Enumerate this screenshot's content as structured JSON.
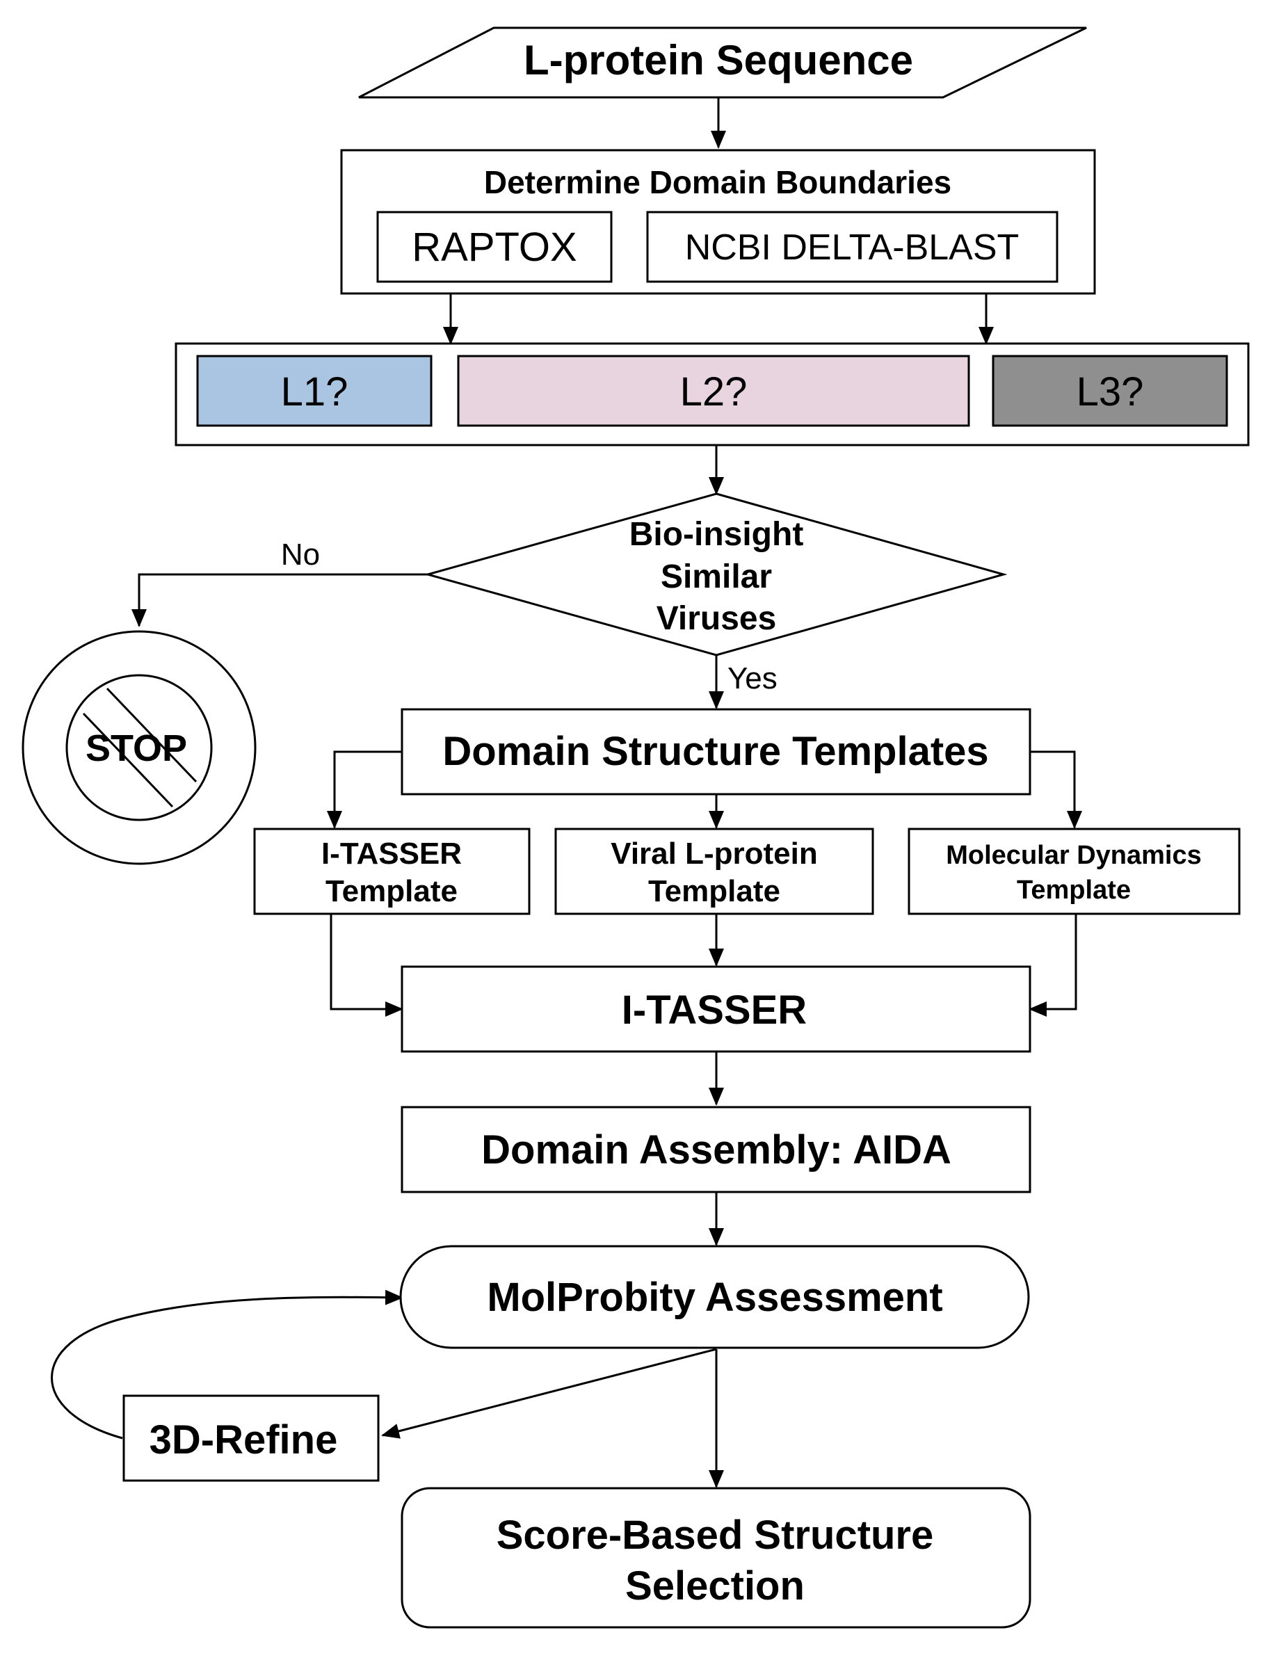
{
  "diagram": {
    "input": "L-protein Sequence",
    "domain_boundaries": {
      "title": "Determine Domain Boundaries",
      "tools": [
        "RAPTOX",
        "NCBI DELTA-BLAST"
      ]
    },
    "domains": [
      {
        "label": "L1?",
        "color": "#a9c5e2"
      },
      {
        "label": "L2?",
        "color": "#e8d4df"
      },
      {
        "label": "L3?",
        "color": "#8f8f8f"
      }
    ],
    "decision": {
      "lines": [
        "Bio-insight",
        "Similar",
        "Viruses"
      ],
      "no_label": "No",
      "yes_label": "Yes"
    },
    "stop": {
      "label": "STOP",
      "color": "#e8322b"
    },
    "templates_title": "Domain Structure Templates",
    "templates": [
      {
        "lines": [
          "I-TASSER",
          "Template"
        ]
      },
      {
        "lines": [
          "Viral L-protein",
          "Template"
        ]
      },
      {
        "lines": [
          "Molecular Dynamics",
          "Template"
        ]
      }
    ],
    "itasser": "I-TASSER",
    "assembly": "Domain Assembly: AIDA",
    "assessment": "MolProbity Assessment",
    "refine": "3D-Refine",
    "selection": {
      "lines": [
        "Score-Based Structure",
        "Selection"
      ]
    }
  }
}
